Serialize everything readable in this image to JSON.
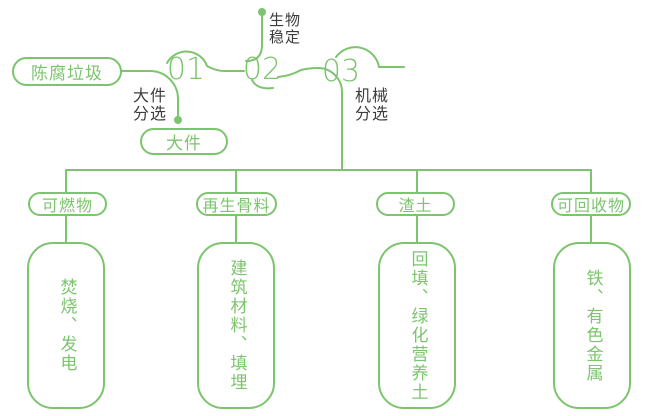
{
  "diagram": {
    "source_label": "陈腐垃圾",
    "stages": [
      {
        "number": "01",
        "side_label": "大件\n分选",
        "output_label": "大件"
      },
      {
        "number": "02",
        "top_label": "生物\n稳定"
      },
      {
        "number": "03",
        "side_label": "机械\n分选"
      }
    ],
    "branches": [
      {
        "category": "可燃物",
        "result": "焚烧、发电"
      },
      {
        "category": "再生骨料",
        "result": "建筑材料、填埋"
      },
      {
        "category": "渣土",
        "result": "回填、绿化营养土"
      },
      {
        "category": "可回收物",
        "result": "铁、有色金属"
      }
    ],
    "colors": {
      "accent_green": "#7cc46d",
      "label_dark": "#3c3c3c"
    }
  }
}
